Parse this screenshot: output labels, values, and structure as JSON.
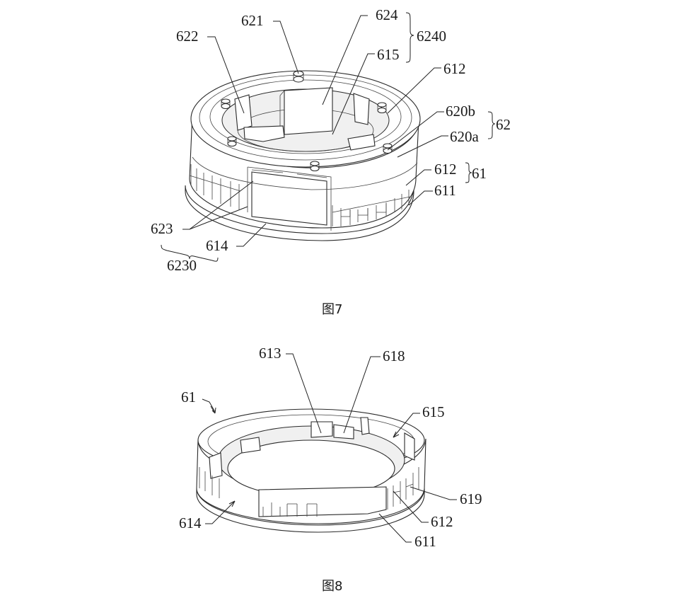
{
  "figure7": {
    "caption": "图7",
    "labels": {
      "l621": "621",
      "l622": "622",
      "l624": "624",
      "l615": "615",
      "l6240": "6240",
      "l612a": "612",
      "l620b": "620b",
      "l620a": "620a",
      "l62": "62",
      "l612b": "612",
      "l611": "611",
      "l61": "61",
      "l623": "623",
      "l614": "614",
      "l6230": "6230"
    }
  },
  "figure8": {
    "caption": "图8",
    "labels": {
      "l613": "613",
      "l618": "618",
      "l61": "61",
      "l615": "615",
      "l619": "619",
      "l614": "614",
      "l612": "612",
      "l611": "611"
    }
  }
}
